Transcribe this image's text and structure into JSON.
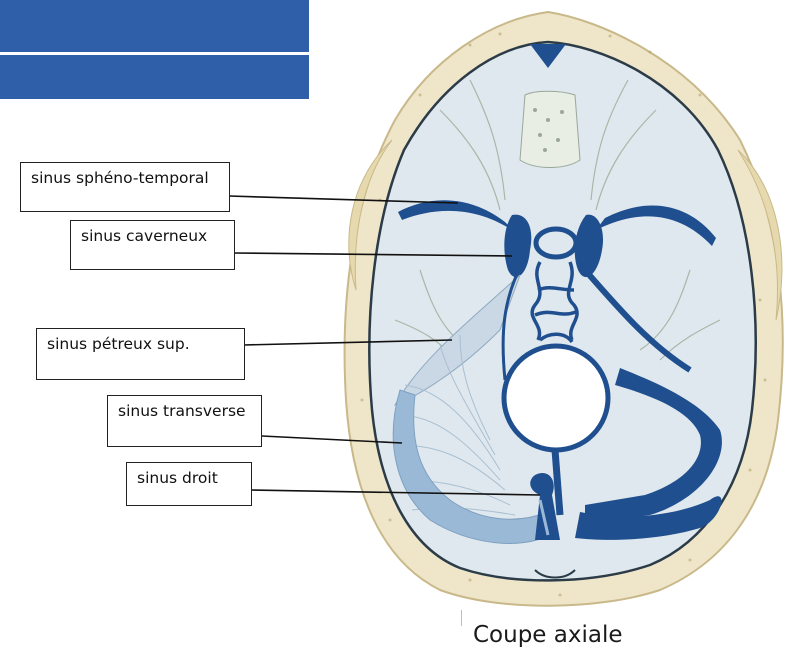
{
  "labels": {
    "spheno_temporal": "sinus sphéno-temporal",
    "caverneux": "sinus caverneux",
    "petreux_sup": "sinus pétreux sup.",
    "transverse": "sinus transverse",
    "droit": "sinus droit"
  },
  "caption": "Coupe axiale",
  "colors": {
    "banner": "#2e5fa8",
    "sinus": "#1f4f8f",
    "sinus_light": "#9ab9d6",
    "bone": "#efe6c9",
    "dura": "#dfe8ee"
  }
}
